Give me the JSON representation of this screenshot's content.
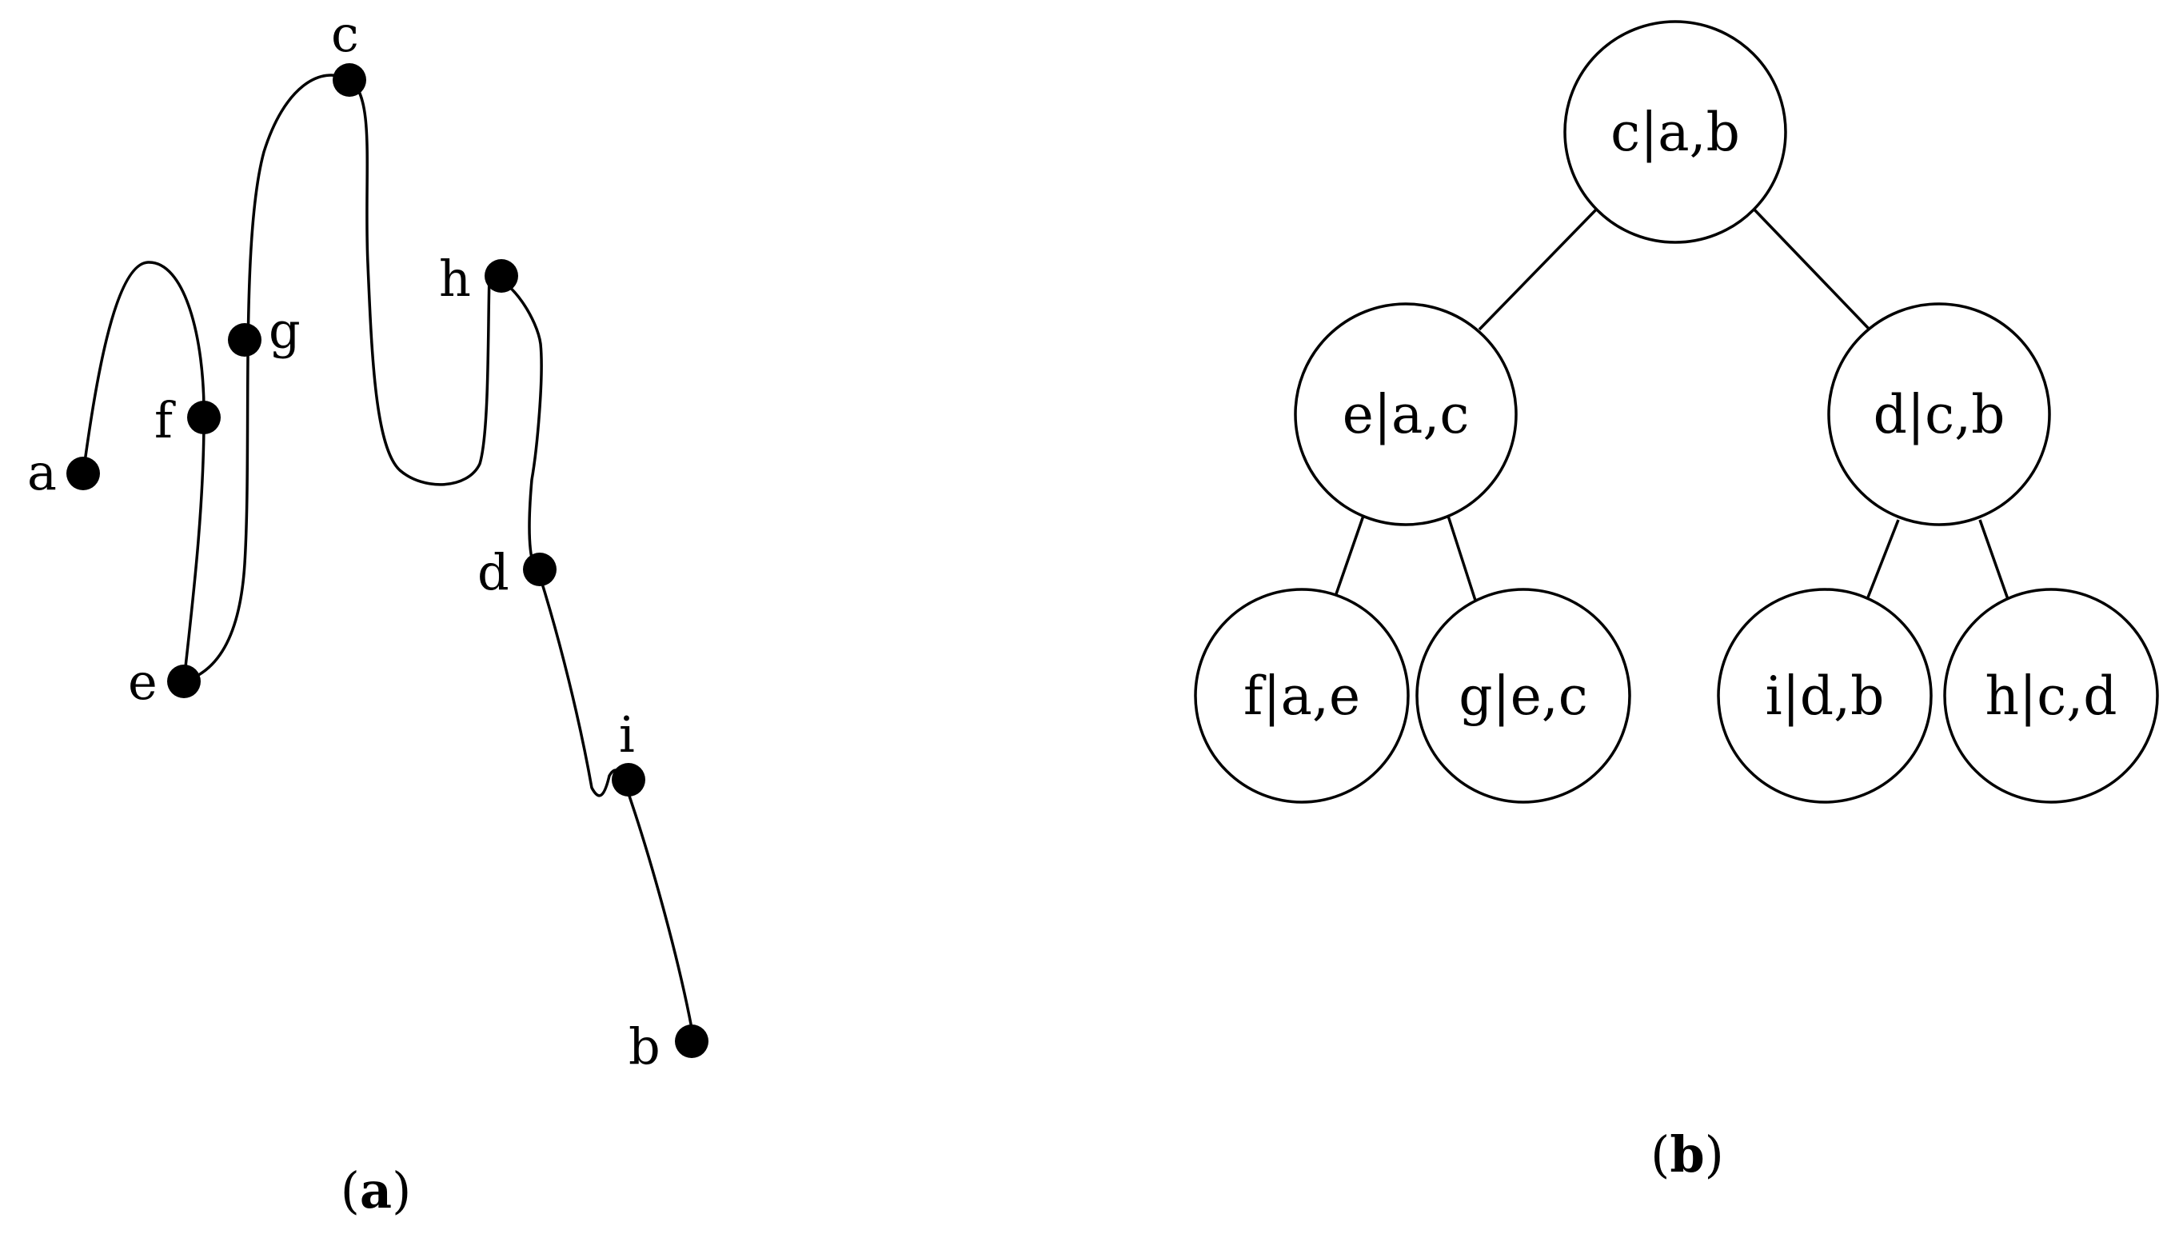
{
  "panel_a": {
    "points": [
      {
        "id": "a",
        "label": "a"
      },
      {
        "id": "b",
        "label": "b"
      },
      {
        "id": "c",
        "label": "c"
      },
      {
        "id": "d",
        "label": "d"
      },
      {
        "id": "e",
        "label": "e"
      },
      {
        "id": "f",
        "label": "f"
      },
      {
        "id": "g",
        "label": "g"
      },
      {
        "id": "h",
        "label": "h"
      },
      {
        "id": "i",
        "label": "i"
      }
    ],
    "caption": {
      "open": "(",
      "letter": "a",
      "close": ")"
    }
  },
  "panel_b": {
    "nodes": [
      {
        "id": "root",
        "label": "c|a,b"
      },
      {
        "id": "left",
        "label": "e|a,c"
      },
      {
        "id": "right",
        "label": "d|c,b"
      },
      {
        "id": "left-left",
        "label": "f|a,e"
      },
      {
        "id": "left-right",
        "label": "g|e,c"
      },
      {
        "id": "right-left",
        "label": "i|d,b"
      },
      {
        "id": "right-right",
        "label": "h|c,d"
      }
    ],
    "edges": [
      [
        "root",
        "left"
      ],
      [
        "root",
        "right"
      ],
      [
        "left",
        "left-left"
      ],
      [
        "left",
        "left-right"
      ],
      [
        "right",
        "right-left"
      ],
      [
        "right",
        "right-right"
      ]
    ],
    "caption": {
      "open": "(",
      "letter": "b",
      "close": ")"
    }
  }
}
